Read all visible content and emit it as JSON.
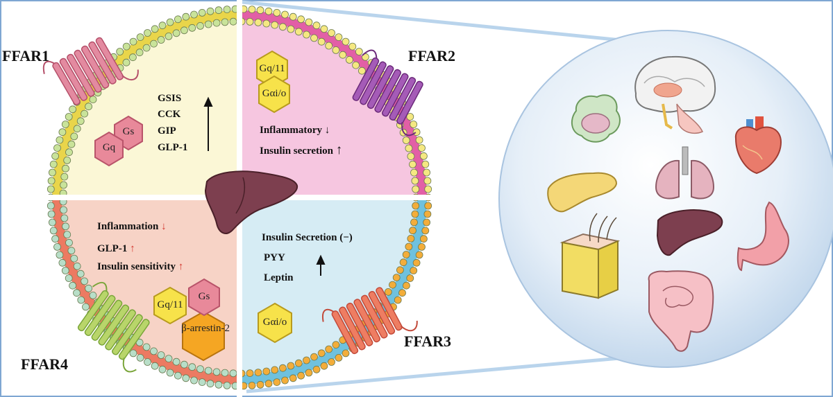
{
  "receptors": {
    "ffar1": {
      "name": "FFAR1",
      "effects": [
        "GSIS",
        "CCK",
        "GIP",
        "GLP-1"
      ],
      "arrow": "↑",
      "proteins": [
        "Gq",
        "Gs"
      ]
    },
    "ffar2": {
      "name": "FFAR2",
      "proteins": [
        "Gq/11",
        "Gαi/o"
      ],
      "effects": [
        {
          "text": "Inflammatory",
          "arrow": "↓"
        },
        {
          "text": "Insulin secretion",
          "arrow": "↑"
        }
      ]
    },
    "ffar3": {
      "name": "FFAR3",
      "effects": [
        "Insulin Secretion (−)",
        "PYY",
        "Leptin"
      ],
      "arrow": "↑",
      "proteins": [
        "Gαi/o"
      ]
    },
    "ffar4": {
      "name": "FFAR4",
      "effects": [
        {
          "text": "Inflammation",
          "arrow": "↓"
        },
        {
          "text": "GLP-1",
          "arrow": "↑"
        },
        {
          "text": "Insulin sensitivity",
          "arrow": "↑"
        }
      ],
      "proteins": [
        "Gq/11",
        "Gs",
        "β-arrestin-2"
      ]
    }
  },
  "colors": {
    "q1_bg": "#fbf7d6",
    "q2_bg": "#f6c6e0",
    "q3_bg": "#d6ecf4",
    "q4_bg": "#f7d3c6",
    "hexagon_red": "#e8899a",
    "hexagon_yellow": "#f7e24a",
    "arrow_red": "#d2342b",
    "sphere": "#c9dcef"
  },
  "organs": [
    "brain",
    "immune-cell",
    "heart",
    "pancreas",
    "lungs",
    "liver",
    "stomach",
    "adipose-tissue",
    "intestine"
  ]
}
